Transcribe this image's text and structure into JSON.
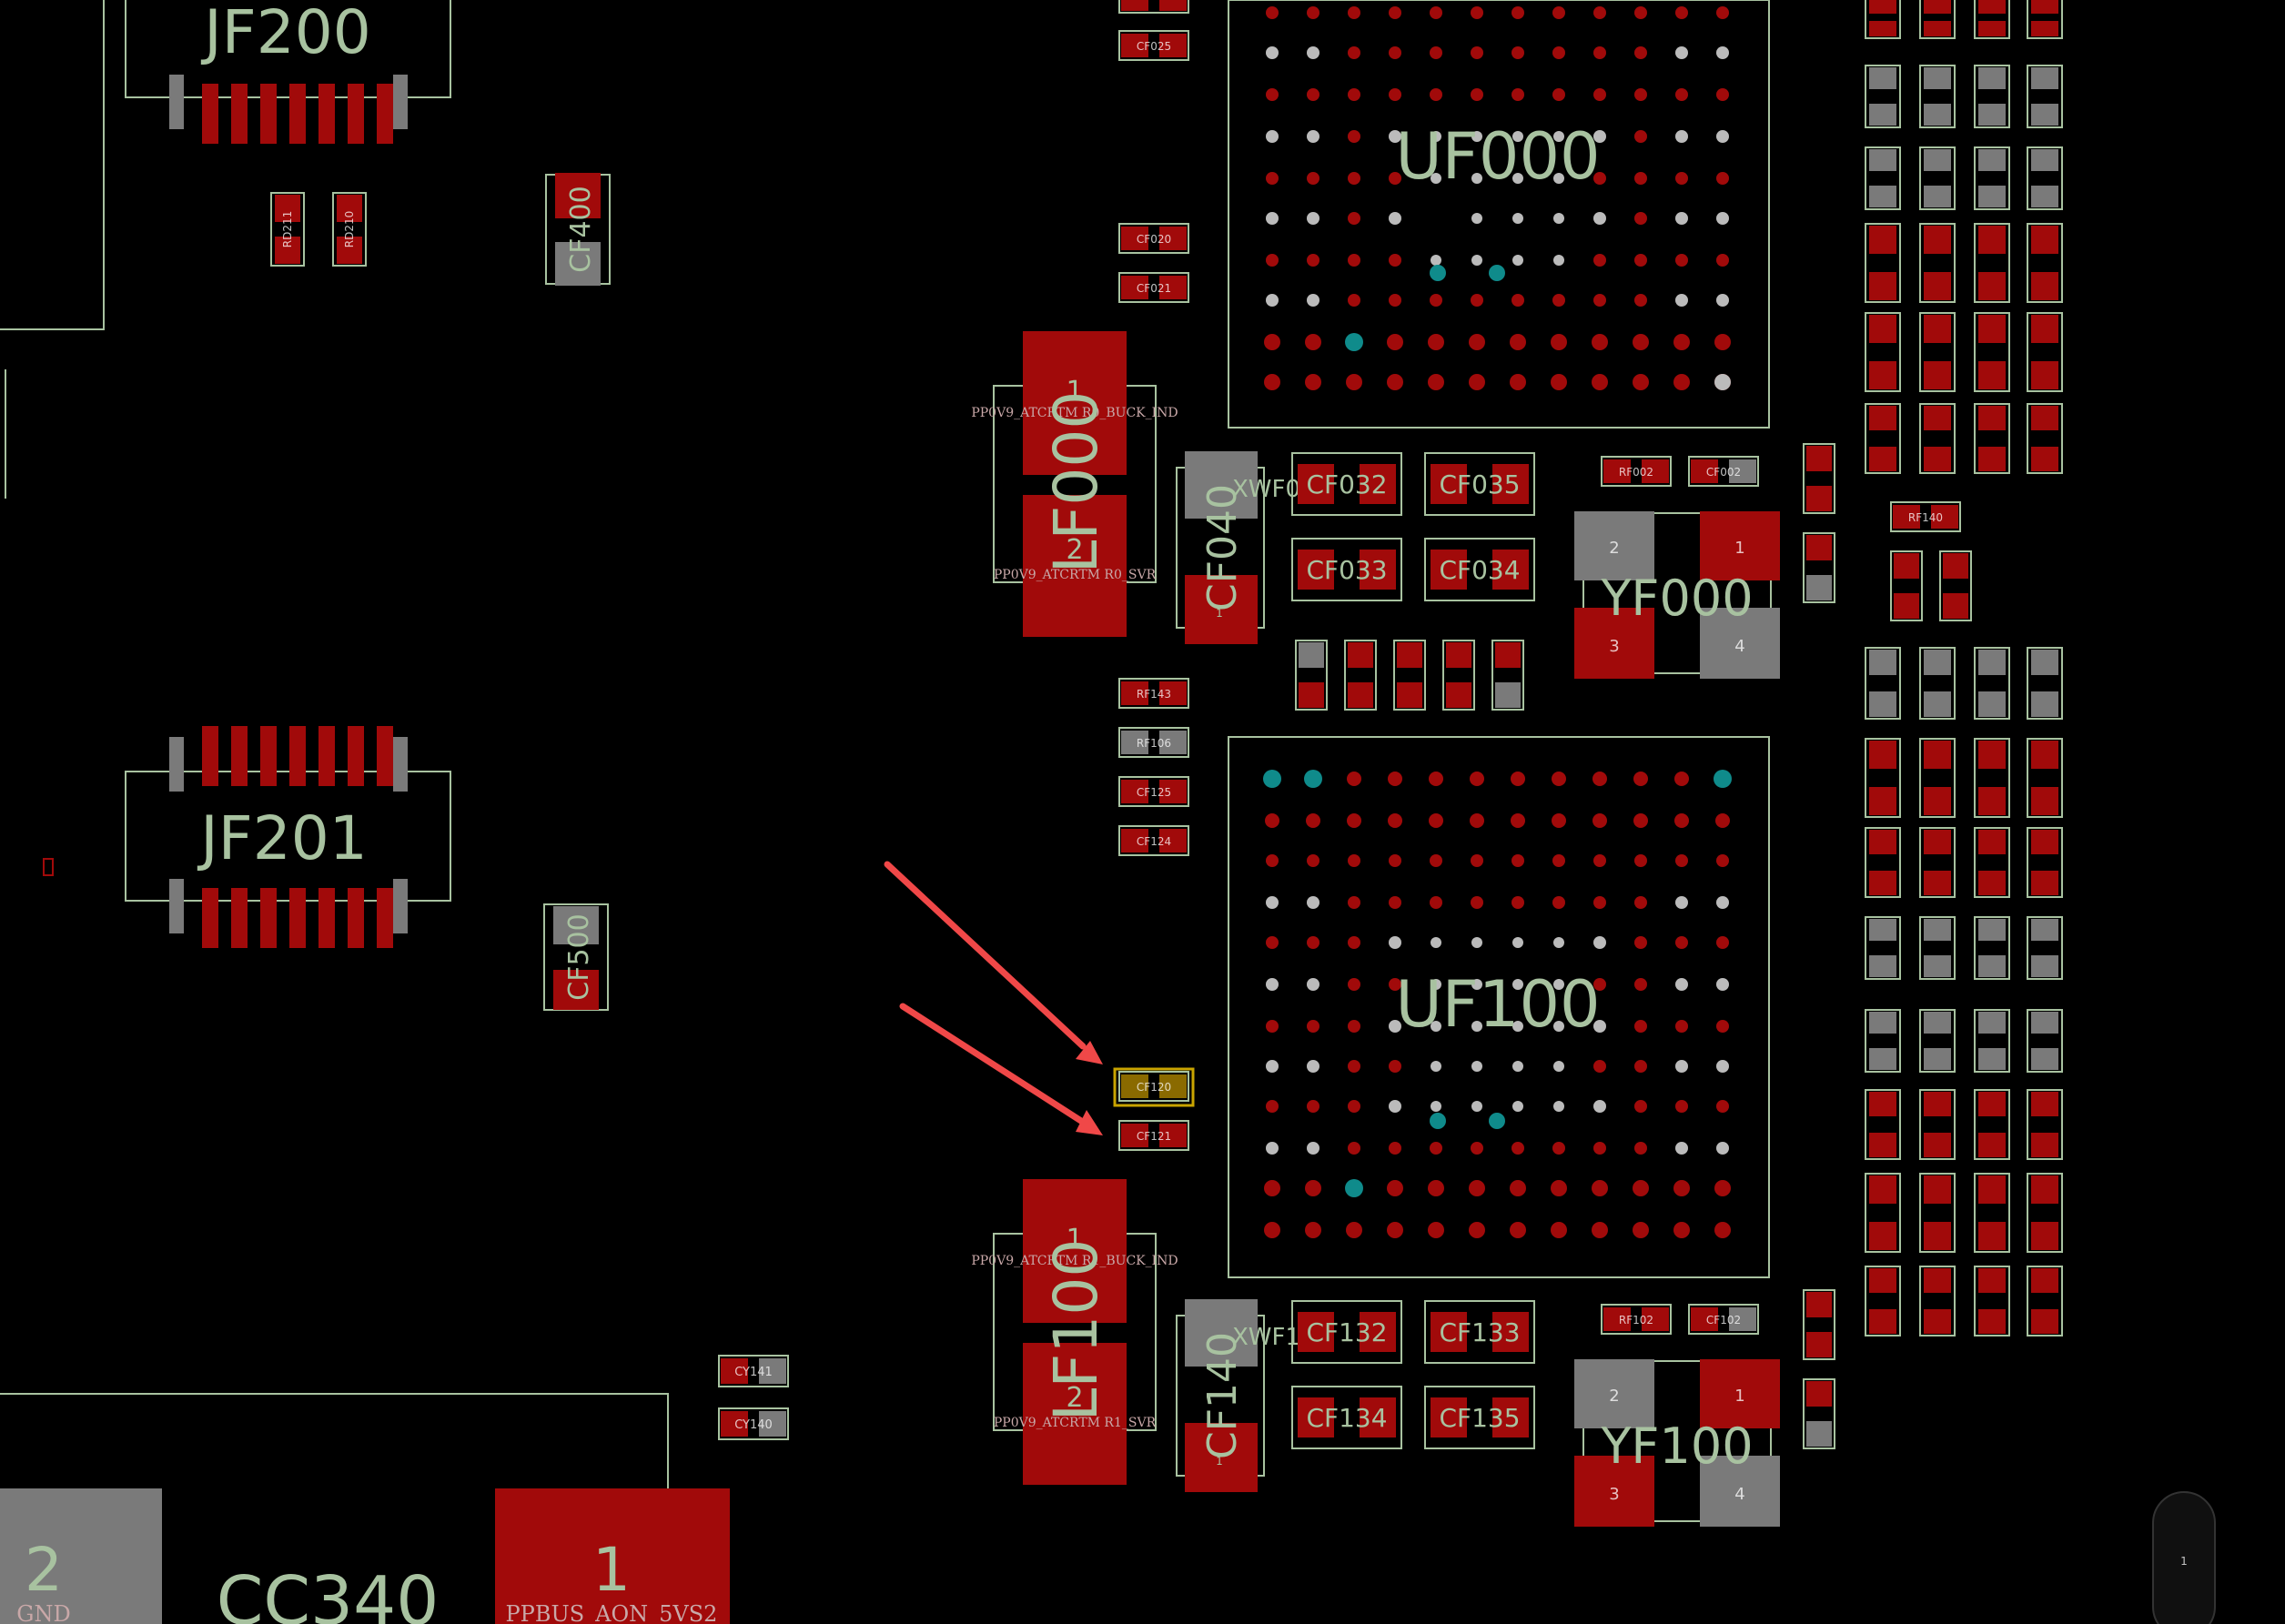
{
  "colors": {
    "background": "#000000",
    "pad": "#a10a0a",
    "pad_gray": "#7a7a7a",
    "silkscreen": "#a8c2a0",
    "via_teal": "#0f8b8b",
    "highlight": "#c9a400",
    "arrow": "#f04848"
  },
  "board": {
    "connectors": {
      "jf200": {
        "label": "JF200"
      },
      "jf201": {
        "label": "JF201"
      }
    },
    "bga": {
      "uf000": {
        "label": "UF000"
      },
      "uf100": {
        "label": "UF100"
      }
    },
    "inductors": {
      "lf000": {
        "label": "LF000",
        "pin1": "1",
        "pin2": "2",
        "net1": "PP0V9_ATCRTM R0_BUCK_IND",
        "net2": "PP0V9_ATCRTM R0_SVR"
      },
      "lf100": {
        "label": "LF100",
        "pin1": "1",
        "pin2": "2",
        "net1": "PP0V9_ATCRTM R1_BUCK_IND",
        "net2": "PP0V9_ATCRTM R1_SVR"
      }
    },
    "crystals": {
      "yf000": {
        "label": "YF000",
        "p1": "1",
        "p2": "2",
        "p3": "3",
        "p4": "4"
      },
      "yf100": {
        "label": "YF100",
        "p1": "1",
        "p2": "2",
        "p3": "3",
        "p4": "4"
      }
    },
    "caps_large": {
      "cf032": "CF032",
      "cf035": "CF035",
      "cf033": "CF033",
      "cf034": "CF034",
      "cf132": "CF132",
      "cf133": "CF133",
      "cf134": "CF134",
      "cf135": "CF135",
      "cf040": "CF040",
      "cf140": "CF140",
      "cf040_pin": "1",
      "cf140_pin": "1",
      "cf400": "CF400",
      "cf500": "CF500",
      "xwf0": "XWF0",
      "xwf1": "XWF1"
    },
    "small_parts": {
      "cf025": "CF025",
      "cf020": "CF020",
      "cf021": "CF021",
      "rf143": "RF143",
      "rf106": "RF106",
      "cf125": "CF125",
      "cf124": "CF124",
      "cf120": "CF120",
      "cf121": "CF121",
      "rf002": "RF002",
      "cf002": "CF002",
      "rf102": "RF102",
      "cf102": "CF102",
      "rf140": "RF140",
      "cy141": "CY141",
      "cy140": "CY140",
      "rd211": "RD211",
      "rd210": "RD210"
    },
    "bottom": {
      "cc340": "CC340",
      "pad2": "2",
      "pad2_net": "GND",
      "pad1": "1",
      "pad1_net": "PPBUS_AON_5VS2"
    }
  }
}
